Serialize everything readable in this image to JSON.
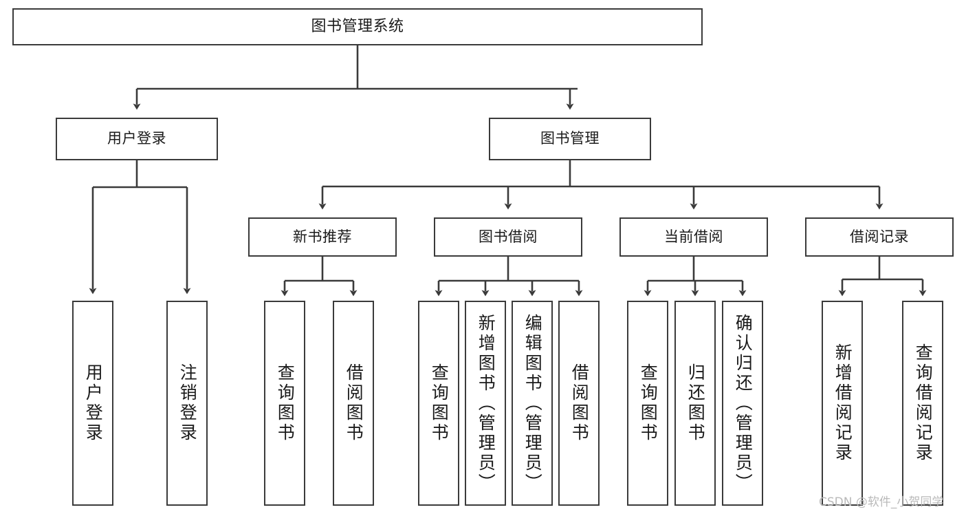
{
  "diagram": {
    "title": "图书管理系统",
    "type": "tree-hierarchy",
    "background_color": "#ffffff",
    "box_border_color": "#3a3a3a",
    "connector_color": "#3a3a3a",
    "text_color": "#1a1a1a"
  },
  "nodes": {
    "root": {
      "label": "图书管理系统"
    },
    "level2": [
      {
        "label": "用户登录"
      },
      {
        "label": "图书管理"
      }
    ],
    "level3": [
      {
        "label": "新书推荐"
      },
      {
        "label": "图书借阅"
      },
      {
        "label": "当前借阅"
      },
      {
        "label": "借阅记录"
      }
    ],
    "leaves_user_login": [
      {
        "label": "用户登录"
      },
      {
        "label": "注销登录"
      }
    ],
    "leaves_new_book": [
      {
        "label": "查询图书"
      },
      {
        "label": "借阅图书"
      }
    ],
    "leaves_borrow": [
      {
        "label": "查询图书"
      },
      {
        "label": "新增图书（管理员）"
      },
      {
        "label": "编辑图书（管理员）"
      },
      {
        "label": "借阅图书"
      }
    ],
    "leaves_current": [
      {
        "label": "查询图书"
      },
      {
        "label": "归还图书"
      },
      {
        "label": "确认归还（管理员）"
      }
    ],
    "leaves_records": [
      {
        "label": "新增借阅记录"
      },
      {
        "label": "查询借阅记录"
      }
    ]
  },
  "watermark": {
    "text": "CSDN @软件_小贺同学"
  }
}
